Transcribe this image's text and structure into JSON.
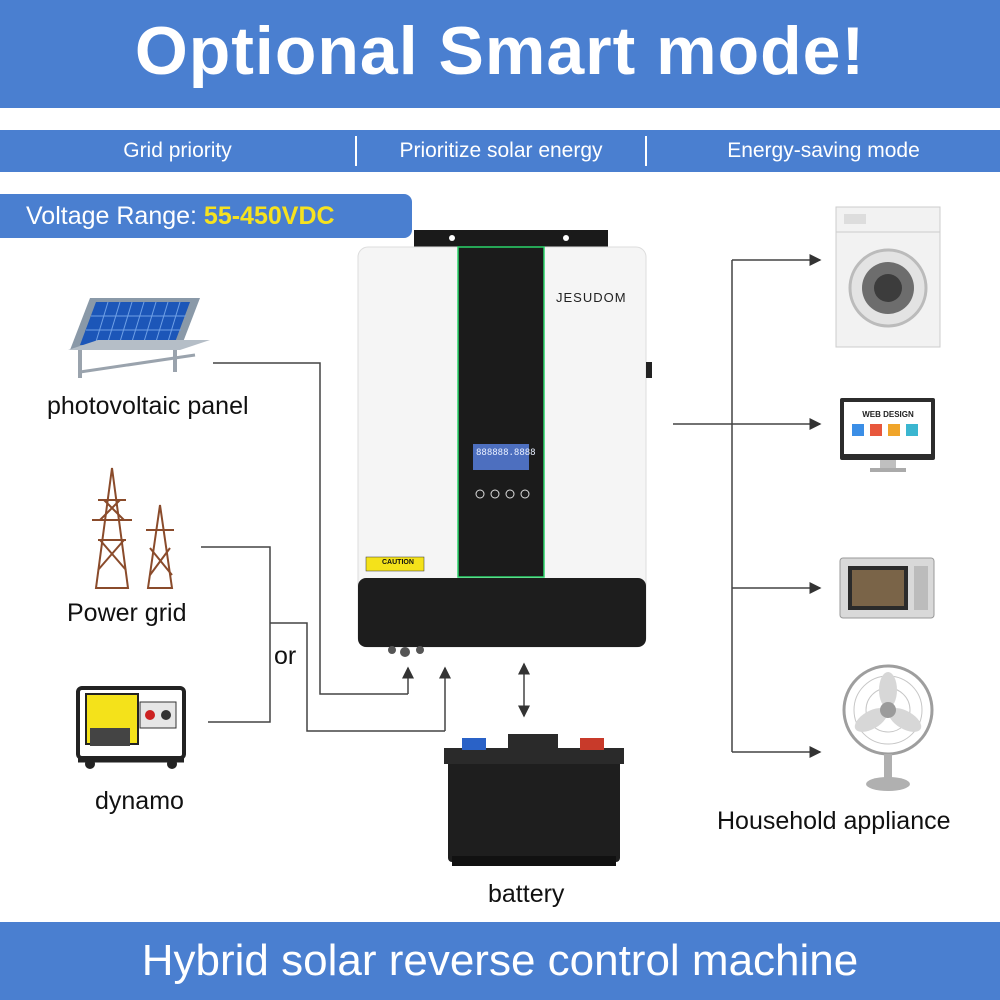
{
  "header": {
    "title": "Optional Smart mode!"
  },
  "modes": [
    "Grid priority",
    "Prioritize solar energy",
    "Energy-saving mode"
  ],
  "voltage": {
    "label": "Voltage Range: ",
    "value": "55-450VDC"
  },
  "sources": {
    "pv": "photovoltaic panel",
    "grid": "Power grid",
    "or": "or",
    "dynamo": "dynamo"
  },
  "device": {
    "brand": "JESUDOM",
    "lcd_text": "888888.8888",
    "caution": "CAUTION"
  },
  "battery": "battery",
  "appliance_label": "Household appliance",
  "monitor_text": "WEB DESIGN",
  "footer": {
    "title": "Hybrid solar reverse control machine"
  },
  "colors": {
    "accent_blue": "#4a7fd0",
    "highlight_yellow": "#f6e21f",
    "device_green": "#2bd46a"
  }
}
